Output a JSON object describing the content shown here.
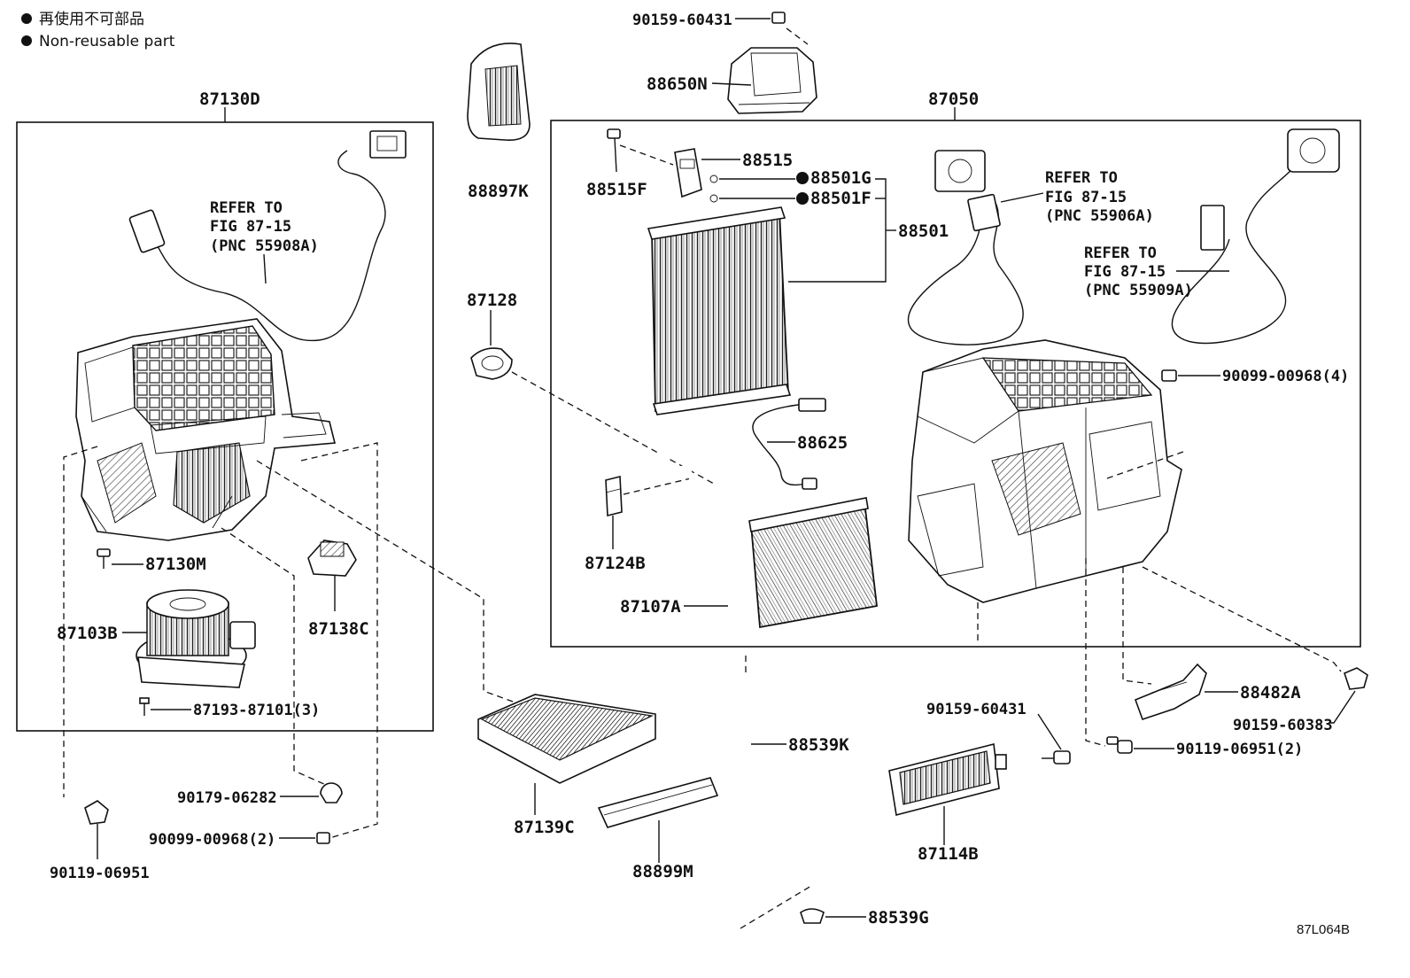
{
  "legend": {
    "japanese": "再使用不可部品",
    "english": "Non-reusable part"
  },
  "illustration_id": "87L064B",
  "labels": {
    "p87130D": "87130D",
    "p87050": "87050",
    "p88897K": "88897K",
    "p88650N": "88650N",
    "p90159_60431_top": "90159-60431",
    "p88515": "88515",
    "p88515F": "88515F",
    "p88501G": "88501G",
    "p88501F": "88501F",
    "p88501": "88501",
    "p87128": "87128",
    "p88625": "88625",
    "p87124B": "87124B",
    "p87107A": "87107A",
    "p87130M": "87130M",
    "p87103B": "87103B",
    "p87138C": "87138C",
    "p87193_87101": "87193-87101(3)",
    "p90099_00968_4": "90099-00968(4)",
    "p88482A": "88482A",
    "p90159_60383": "90159-60383",
    "p90119_06951_2": "90119-06951(2)",
    "p90159_60431_mid": "90159-60431",
    "p88539K": "88539K",
    "p87139C": "87139C",
    "p88899M": "88899M",
    "p87114B": "87114B",
    "p88539G": "88539G",
    "p90179_06282": "90179-06282",
    "p90099_00968_2": "90099-00968(2)",
    "p90119_06951": "90119-06951"
  },
  "refer_notes": {
    "a": {
      "line1": "REFER TO",
      "line2": "FIG 87-15",
      "line3": "(PNC 55908A)"
    },
    "b": {
      "line1": "REFER TO",
      "line2": "FIG 87-15",
      "line3": "(PNC 55906A)"
    },
    "c": {
      "line1": "REFER TO",
      "line2": "FIG 87-15",
      "line3": "(PNC 55909A)"
    }
  }
}
